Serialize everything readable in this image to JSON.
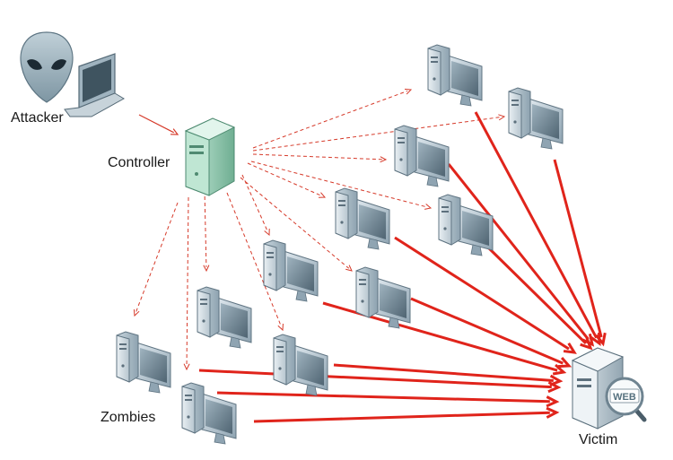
{
  "labels": {
    "attacker": "Attacker",
    "controller": "Controller",
    "zombies": "Zombies",
    "victim": "Victim",
    "web_badge": "WEB"
  },
  "icons": {
    "attacker": "alien-laptop-icon",
    "controller": "green-server-tower-icon",
    "zombie": "desktop-computer-icon",
    "victim": "web-server-icon"
  },
  "colors": {
    "command_arrow": "#d63a2a",
    "attack_arrow": "#e0241b",
    "controller_case": "#8ec9b0",
    "zombie_case": "#b8c7d1"
  }
}
